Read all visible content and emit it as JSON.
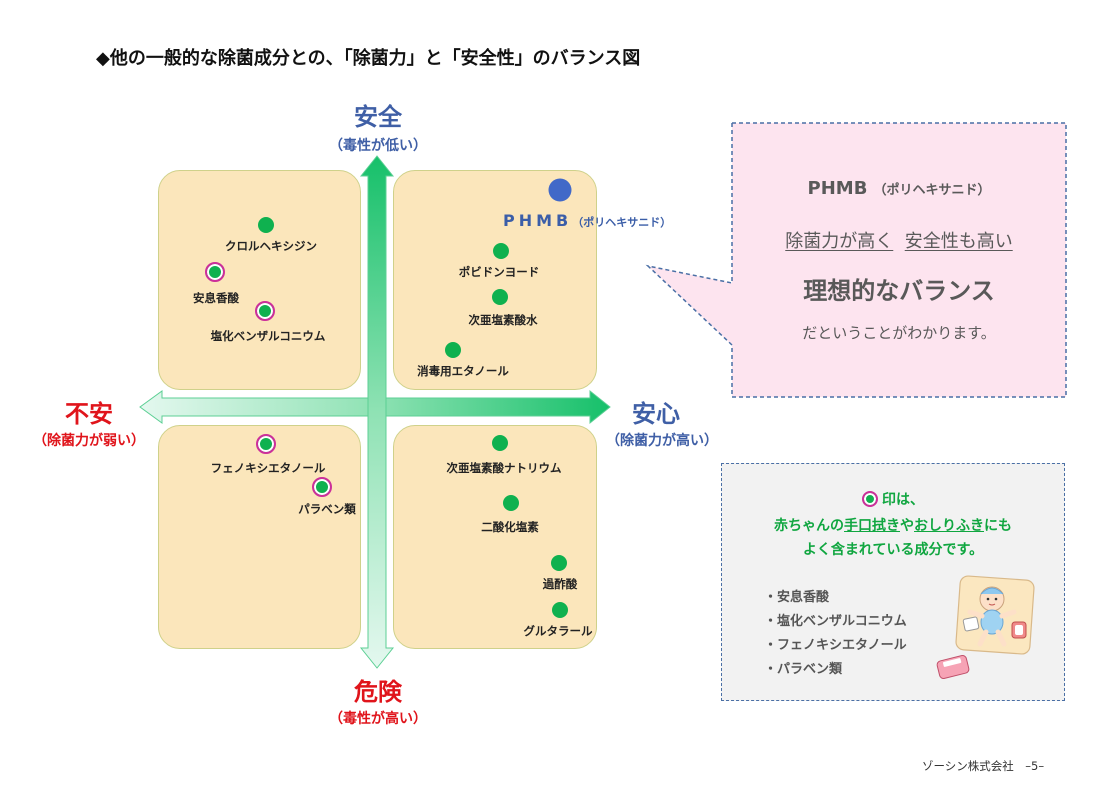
{
  "title": "◆他の一般的な除菌成分との、「除菌力」と「安全性」のバランス図",
  "axes": {
    "top": {
      "title": "安全",
      "sub": "（毒性が低い）"
    },
    "bottom": {
      "title": "危険",
      "sub": "（毒性が高い）"
    },
    "left": {
      "title": "不安",
      "sub": "（除菌力が弱い）"
    },
    "right": {
      "title": "安心",
      "sub": "（除菌力が高い）"
    }
  },
  "phmb": {
    "name": "PHMB",
    "paren": "（ポリヘキサニド）",
    "color": "#4169c8"
  },
  "ingredients": [
    {
      "label": "クロルヘキシジン",
      "highlighted": false
    },
    {
      "label": "安息香酸",
      "highlighted": true
    },
    {
      "label": "塩化ベンザルコニウム",
      "highlighted": true
    },
    {
      "label": "ポビドンヨード",
      "highlighted": false
    },
    {
      "label": "次亜塩素酸水",
      "highlighted": false
    },
    {
      "label": "消毒用エタノール",
      "highlighted": false
    },
    {
      "label": "フェノキシエタノール",
      "highlighted": true
    },
    {
      "label": "パラベン類",
      "highlighted": true
    },
    {
      "label": "次亜塩素酸ナトリウム",
      "highlighted": false
    },
    {
      "label": "二酸化塩素",
      "highlighted": false
    },
    {
      "label": "過酢酸",
      "highlighted": false
    },
    {
      "label": "グルタラール",
      "highlighted": false
    }
  ],
  "callout": {
    "line1": "PHMB",
    "line1_paren": "（ポリヘキサニド）",
    "line2a": "除菌力が高く",
    "line2b": "安全性も高い",
    "line3": "理想的なバランス",
    "line4": "だということがわかります。"
  },
  "note": {
    "line1": "印は、",
    "line2a": "赤ちゃんの",
    "line2b": "手口拭き",
    "line2c": "や",
    "line2d": "おしりふき",
    "line2e": "にも",
    "line3": "よく含まれている成分です。",
    "items": [
      "・安息香酸",
      "・塩化ベンザルコニウム",
      "・フェノキシエタノール",
      "・パラベン類"
    ]
  },
  "footer": "ゾーシン株式会社　–5–",
  "colors": {
    "quadrant_fill": "#fbe6bb",
    "dot_green": "#0fb14f",
    "ring_magenta": "#cc2f9a",
    "label_blue": "#3f5fa6",
    "label_red": "#e0141b",
    "callout_fill": "#fde4ef",
    "note_green": "#10a640"
  }
}
